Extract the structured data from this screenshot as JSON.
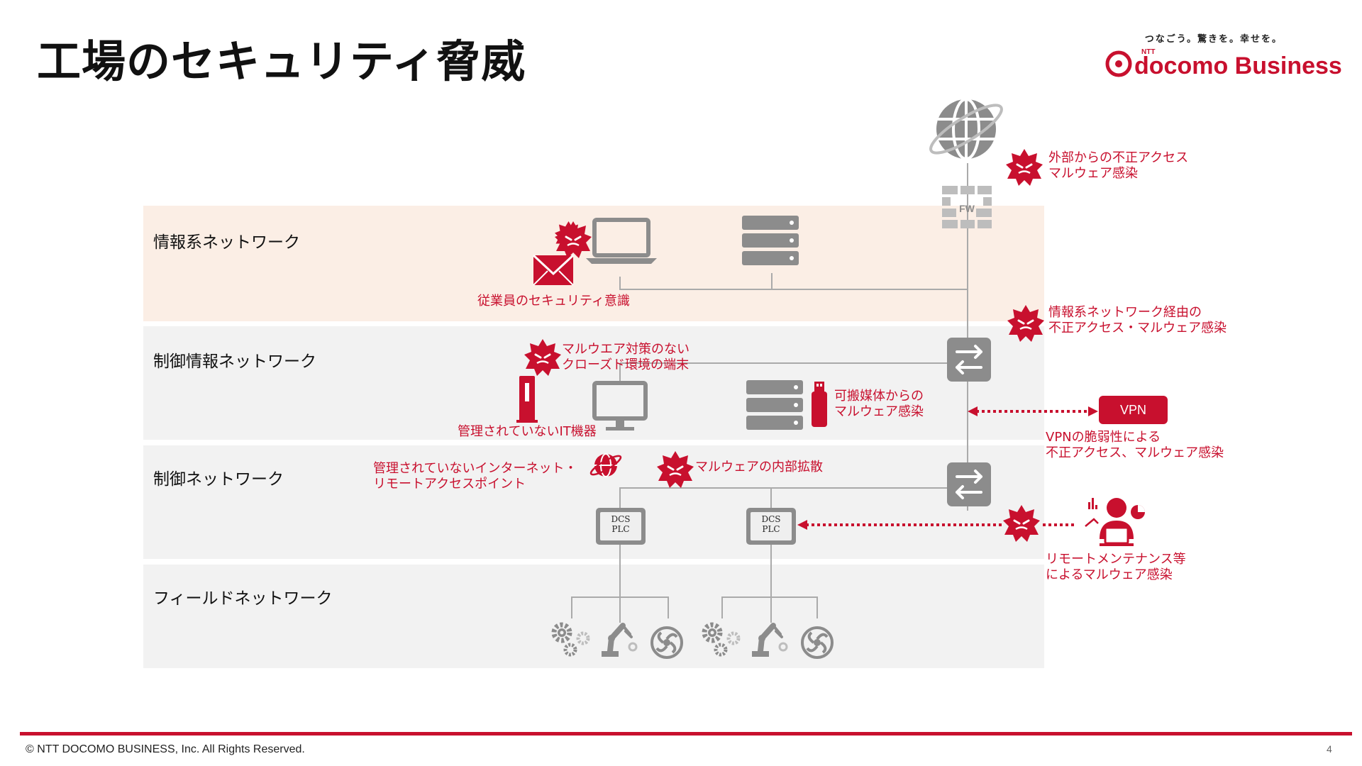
{
  "slide": {
    "title": "工場のセキュリティ脅威",
    "page_number": "4",
    "copyright": "© NTT DOCOMO BUSINESS, Inc. All Rights Reserved."
  },
  "logo": {
    "tagline": "つなごう。驚きを。幸せを。",
    "brand": "docomo Business",
    "brand_small": "NTT"
  },
  "zones": [
    {
      "label": "情報系ネットワーク"
    },
    {
      "label": "制御情報ネットワーク"
    },
    {
      "label": "制御ネットワーク"
    },
    {
      "label": "フィールドネットワーク"
    }
  ],
  "devices": {
    "firewall_label": "FW",
    "dcs_line1": "DCS",
    "dcs_line2": "PLC"
  },
  "threats": {
    "external": [
      "外部からの不正アクセス",
      "マルウェア感染"
    ],
    "employee": "従業員のセキュリティ意識",
    "via_it_network": [
      "情報系ネットワーク経由の",
      "不正アクセス・マルウェア感染"
    ],
    "closed_env": [
      "マルウエア対策のない",
      "クローズド環境の端末"
    ],
    "removable_media": [
      "可搬媒体からの",
      "マルウェア感染"
    ],
    "unmanaged_it": "管理されていないIT機器",
    "vpn_label": "VPN",
    "vpn_vuln": [
      "VPNの脆弱性による",
      "不正アクセス、マルウェア感染"
    ],
    "unmanaged_internet": [
      "管理されていないインターネット・",
      "リモートアクセスポイント"
    ],
    "internal_spread": "マルウェアの内部拡散",
    "remote_maintenance": [
      "リモートメンテナンス等",
      "によるマルウェア感染"
    ]
  },
  "colors": {
    "accent": "#c8102e",
    "it_zone_bg": "#fbeee5",
    "zone_bg": "#f2f2f2",
    "icon_gray": "#8c8c8c"
  }
}
